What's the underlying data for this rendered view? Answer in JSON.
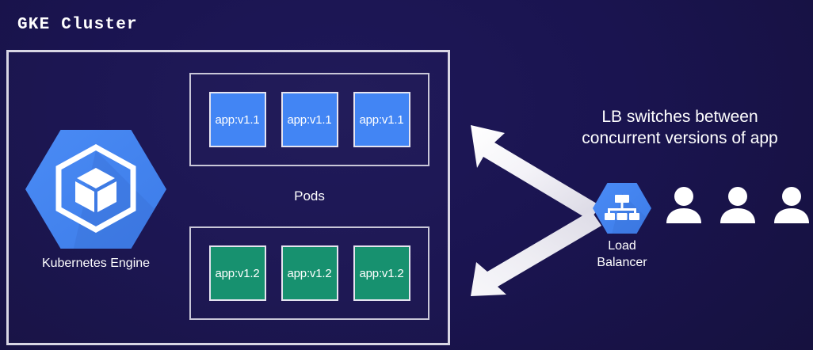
{
  "diagram": {
    "title": "GKE Cluster",
    "background_color": "#1a1450",
    "border_color": "#d8d6e4"
  },
  "cluster": {
    "label": "GKE Cluster",
    "engine": {
      "icon": "kubernetes-engine-hexagon-icon",
      "label": "Kubernetes Engine",
      "hex_color": "#4285f4"
    },
    "pods_label": "Pods",
    "pod_groups": [
      {
        "version": "v1.1",
        "color": "#4285f4",
        "pods": [
          {
            "label": "app:v1.1"
          },
          {
            "label": "app:v1.1"
          },
          {
            "label": "app:v1.1"
          }
        ]
      },
      {
        "version": "v1.2",
        "color": "#17916f",
        "pods": [
          {
            "label": "app:v1.2"
          },
          {
            "label": "app:v1.2"
          },
          {
            "label": "app:v1.2"
          }
        ]
      }
    ]
  },
  "load_balancer": {
    "icon": "load-balancer-hexagon-icon",
    "label_line1": "Load",
    "label_line2": "Balancer",
    "hex_color": "#4285f4"
  },
  "users": {
    "icon": "user-icon",
    "count": 3,
    "color": "#ffffff"
  },
  "caption": {
    "line1": "LB switches between",
    "line2": "concurrent versions of app",
    "color": "#ffffff"
  },
  "arrows": {
    "color": "#f2f1f6",
    "upper": {
      "direction": "up-left",
      "from": "load-balancer",
      "to": "pod-group-v1.1"
    },
    "lower": {
      "direction": "down-left",
      "from": "load-balancer",
      "to": "pod-group-v1.2"
    }
  }
}
